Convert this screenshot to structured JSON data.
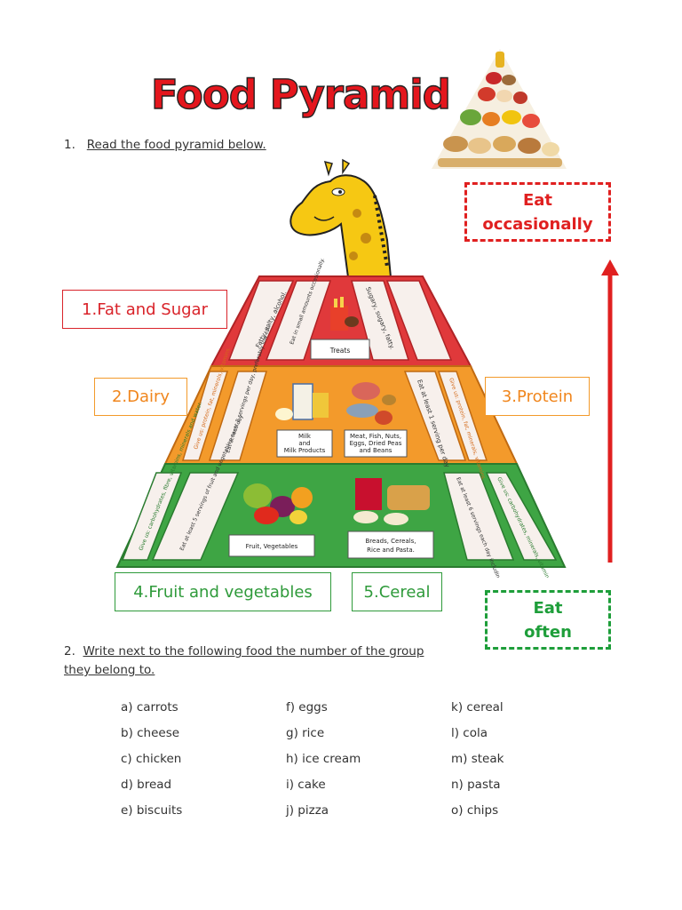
{
  "title": "Food Pyramid",
  "question1": {
    "number": "1.",
    "text": "Read the food pyramid below."
  },
  "question2": {
    "number": "2.",
    "line1": "Write next to the following food the number of the group",
    "line2": "they belong to."
  },
  "groups": {
    "fat_sugar": "1.Fat and Sugar",
    "dairy": "2.Dairy",
    "protein": "3.Protein",
    "fruit_veg": "4.Fruit and vegetables",
    "cereal": "5.Cereal"
  },
  "eat_occasionally": {
    "line1": "Eat",
    "line2": "occasionally"
  },
  "eat_often": {
    "line1": "Eat",
    "line2": "often"
  },
  "pyramid_captions": {
    "treats": "Treats",
    "milk_line1": "Milk",
    "milk_line2": "and",
    "milk_line3": "Milk Products",
    "meat_line1": "Meat, Fish, Nuts,",
    "meat_line2": "Eggs, Dried Peas",
    "meat_line3": "and Beans",
    "fruit": "Fruit, Vegetables",
    "breads_line1": "Breads, Cereals,",
    "breads_line2": "Rice and Pasta."
  },
  "pyramid_cards": {
    "top_left": "Fatty, salty, alcohol.",
    "top_mid": "Eat in small amounts occasionally.",
    "top_right": "Sugary, sugary, fatty.",
    "dairy_outer": "Give us: protein, fat, minerals, vitamins.",
    "dairy_inner": "Eat at least 2 servings per day, preferably low-fat.",
    "protein_inner": "Eat at least 1 serving per day",
    "protein_outer": "Give us: protein, fat, minerals, vitamins.",
    "fruit_outer": "Give us: carbohydrates, fibre, vitamins, minerals and water.",
    "fruit_inner": "Eat at least 5 servings of fruit and vegetables each day",
    "cereal_inner": "Eat at least 6 servings each day including some wholegrain",
    "cereal_outer": "Give us: carbohydrates, minerals, vitamins and protein."
  },
  "food_columns": [
    [
      "a) carrots",
      "b) cheese",
      "c) chicken",
      "d) bread",
      "e) biscuits"
    ],
    [
      "f) eggs",
      "g) rice",
      "h) ice cream",
      "i) cake",
      "j) pizza"
    ],
    [
      "k) cereal",
      "l) cola",
      "m) steak",
      "n) pasta",
      "o) chips"
    ]
  ],
  "colors": {
    "title_red": "#e4161d",
    "tier_top": "#e0393b",
    "tier_middle": "#f39a2b",
    "tier_bottom": "#3ea544",
    "arrow_red": "#e02020",
    "often_green": "#1e9e3a"
  },
  "icons": {
    "mascot": "giraffe-icon",
    "corner_image": "food-pyramid-icon",
    "arrow": "arrow-up-icon"
  }
}
